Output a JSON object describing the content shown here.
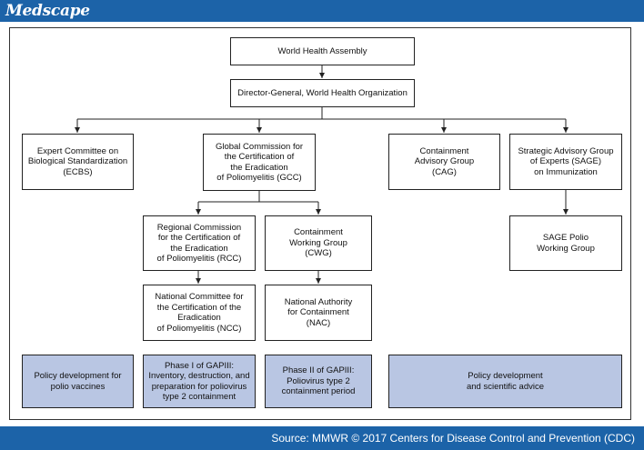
{
  "brand": {
    "logo_text": "Medscape"
  },
  "diagram": {
    "nodes": {
      "wha": "World Health Assembly",
      "dg": "Director-General, World Health Organization",
      "ecbs": "Expert Committee on\nBiological Standardization\n(ECBS)",
      "gcc": "Global Commission for\nthe Certification of\nthe Eradication\nof Poliomyelitis (GCC)",
      "cag": "Containment\nAdvisory Group\n(CAG)",
      "sage": "Strategic Advisory Group\nof Experts (SAGE)\non Immunization",
      "rcc": "Regional Commission\nfor the Certification of\nthe Eradication\nof Poliomyelitis (RCC)",
      "cwg": "Containment\nWorking Group\n(CWG)",
      "sage_polio": "SAGE Polio\nWorking Group",
      "ncc": "National Committee for\nthe Certification of the\nEradication\nof Poliomyelitis (NCC)",
      "nac": "National Authority\nfor Containment\n(NAC)"
    },
    "phases": {
      "policy_vaccines": "Policy development for\npolio vaccines",
      "phase1": "Phase I of GAPIII:\nInventory, destruction, and\npreparation for poliovirus\ntype 2 containment",
      "phase2": "Phase II of GAPIII:\nPoliovirus type 2\ncontainment period",
      "policy_advice": "Policy development\nand scientific advice"
    }
  },
  "footer": {
    "source": "Source: MMWR © 2017 Centers for Disease Control and Prevention (CDC)"
  },
  "colors": {
    "brand_blue": "#1c63a8",
    "phase_fill": "#b9c6e3"
  }
}
